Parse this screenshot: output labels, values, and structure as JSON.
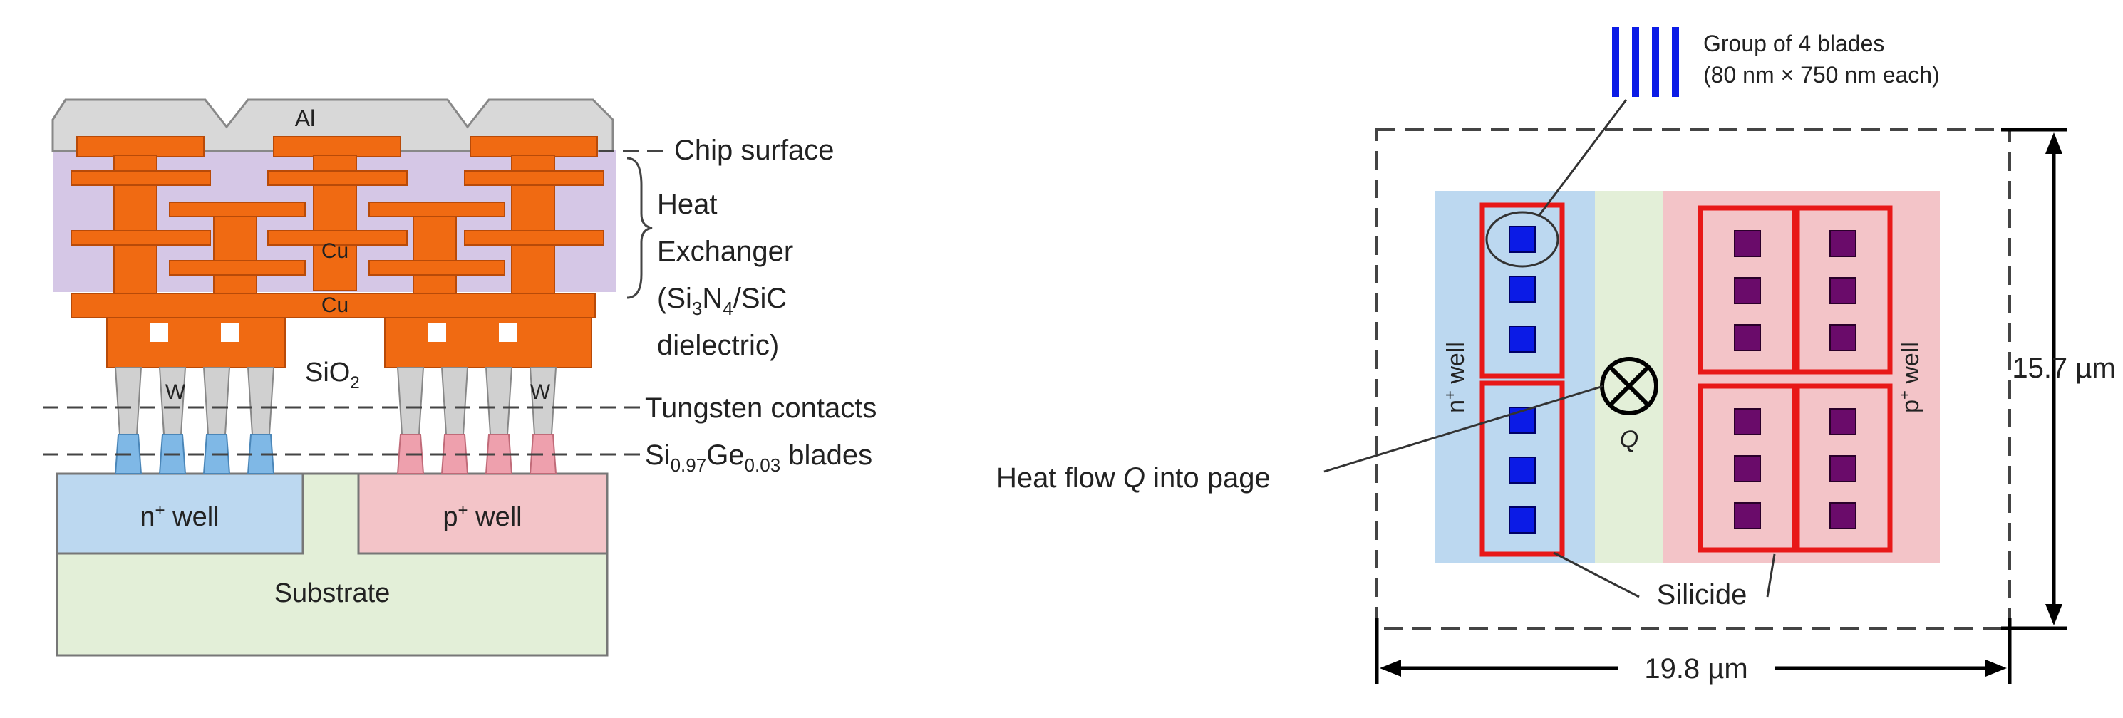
{
  "left": {
    "al": "Al",
    "cu_upper": "Cu",
    "cu_lower": "Cu",
    "sio2": "SiO",
    "sio2_sub": "2",
    "w_left": "W",
    "w_right": "W",
    "n_well_base": "n",
    "n_well_sup": "+",
    "n_well_rest": " well",
    "p_well_base": "p",
    "p_well_sup": "+",
    "p_well_rest": " well",
    "substrate": "Substrate",
    "chip_surface": "Chip surface",
    "heat_1": "Heat",
    "heat_2": "Exchanger",
    "heat_3a": "(Si",
    "heat_3b": "3",
    "heat_3c": "N",
    "heat_3d": "4",
    "heat_3e": "/SiC",
    "heat_4": "dielectric)",
    "tungsten": "Tungsten contacts",
    "blades_a": "Si",
    "blades_b": "0.97",
    "blades_c": "Ge",
    "blades_d": "0.03",
    "blades_e": " blades"
  },
  "right": {
    "group_line1": "Group of 4 blades",
    "group_line2": "(80 nm × 750 nm each)",
    "n_well_base": "n",
    "n_well_sup": "+",
    "n_well_rest": " well",
    "p_well_base": "p",
    "p_well_sup": "+",
    "p_well_rest": " well",
    "q": "Q",
    "heat_flow_a": "Heat flow ",
    "heat_flow_q": "Q",
    "heat_flow_b": " into page",
    "silicide": "Silicide",
    "width": "19.8 µm",
    "height": "15.7 µm"
  },
  "colors": {
    "copper": "#f06a12",
    "aluminum": "#d8d8d8",
    "dielectric": "#d5c7e6",
    "n_well": "#bcd8f0",
    "p_well": "#f3c4c8",
    "substrate": "#e3efd8",
    "tungsten": "#d0d0d0",
    "blade_n": "#7fb8e6",
    "blade_p": "#eea0ad",
    "silicide": "#e81818",
    "blade_blue": "#0b1be6",
    "blade_purple": "#6a0b6a"
  }
}
